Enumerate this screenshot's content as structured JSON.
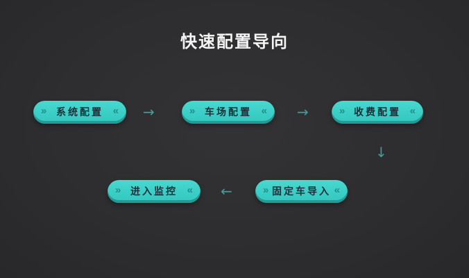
{
  "page": {
    "title": "快速配置导向",
    "background_color": "#2e2e30"
  },
  "colors": {
    "button_background": "#3ecfc7",
    "button_bottom_rim": "#159d96",
    "button_text": "#1c2f38",
    "chevron": "#117f82",
    "arrow": "#3f9e9a",
    "title_text": "#f4f4f4"
  },
  "flow": {
    "decor": {
      "left_chevrons": "»",
      "right_chevrons": "«"
    },
    "buttons": [
      {
        "id": "system-config",
        "label": "系统配置"
      },
      {
        "id": "parking-lot-config",
        "label": "车场配置"
      },
      {
        "id": "fee-config",
        "label": "收费配置"
      },
      {
        "id": "fixed-vehicle-import",
        "label": "固定车导入"
      },
      {
        "id": "enter-monitoring",
        "label": "进入监控"
      }
    ],
    "arrows": [
      {
        "id": "arrow-right-1",
        "glyph": "→"
      },
      {
        "id": "arrow-right-2",
        "glyph": "→"
      },
      {
        "id": "arrow-down-1",
        "glyph": "↓"
      },
      {
        "id": "arrow-left-1",
        "glyph": "←"
      }
    ]
  }
}
